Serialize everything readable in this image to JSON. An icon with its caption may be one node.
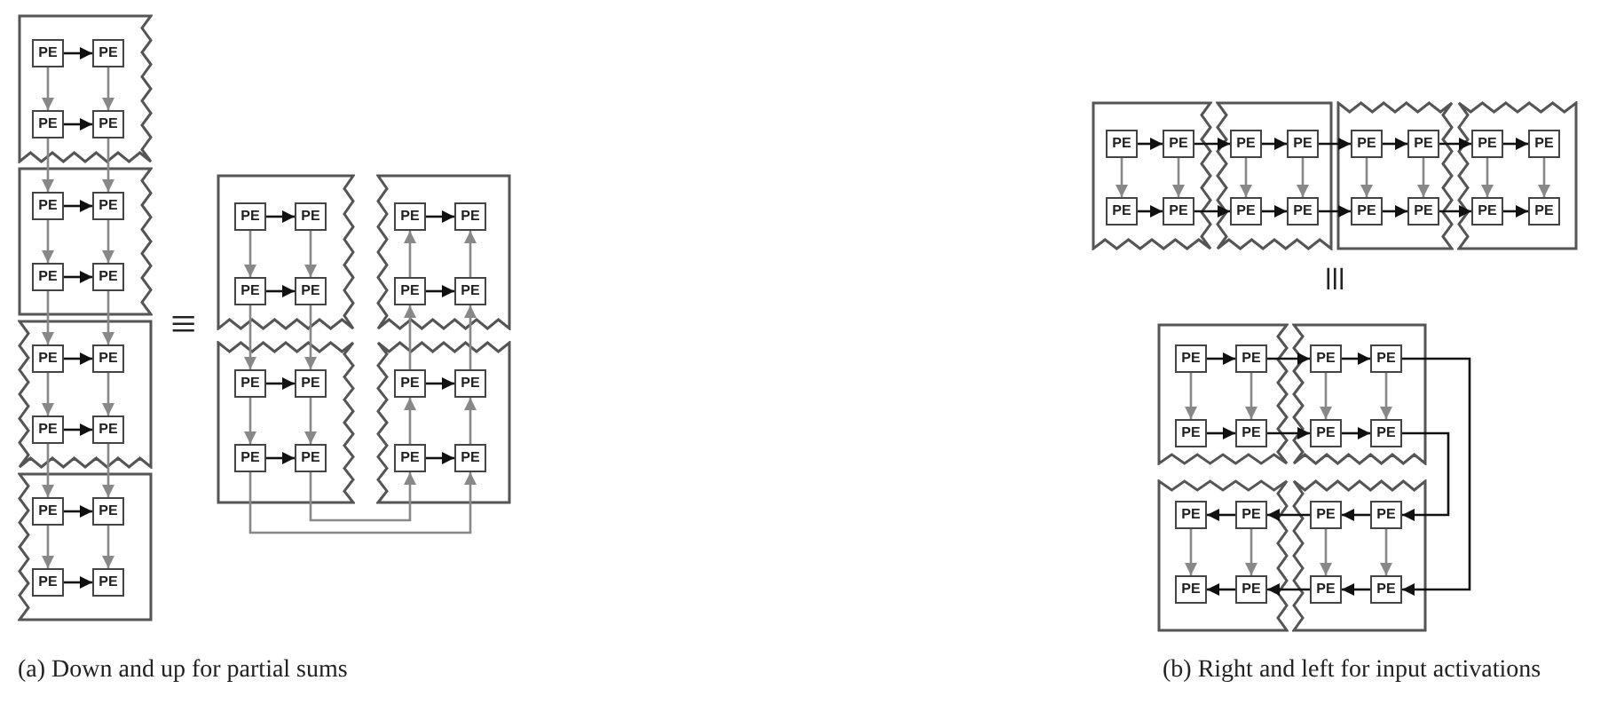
{
  "diagram": {
    "nodes": [
      {
        "text": [],
        "shape": "box"
      },
      {
        "text": [
          "PE"
        ],
        "in": 0
      },
      {
        "text": [
          "PE"
        ],
        "in": 0
      },
      {
        "text": [
          "PE"
        ],
        "in": 0
      },
      {
        "text": [
          "PE"
        ],
        "in": 0
      },
      {
        "text": [],
        "shape": "box"
      },
      {
        "text": [
          "PE"
        ],
        "in": 5
      },
      {
        "text": [
          "PE"
        ],
        "in": 5
      },
      {
        "text": [
          "PE"
        ],
        "in": 5
      },
      {
        "text": [
          "PE"
        ],
        "in": 5
      },
      {
        "text": [],
        "shape": "box"
      },
      {
        "text": [
          "PE"
        ],
        "in": 10
      },
      {
        "text": [
          "PE"
        ],
        "in": 10
      },
      {
        "text": [
          "PE"
        ],
        "in": 10
      },
      {
        "text": [
          "PE"
        ],
        "in": 10
      },
      {
        "text": [],
        "shape": "box"
      },
      {
        "text": [
          "PE"
        ],
        "in": 15
      },
      {
        "text": [
          "PE"
        ],
        "in": 15
      },
      {
        "text": [
          "PE"
        ],
        "in": 15
      },
      {
        "text": [
          "PE"
        ],
        "in": 15
      },
      {
        "text": [],
        "shape": "box"
      },
      {
        "text": [
          "PE"
        ],
        "in": 20
      },
      {
        "text": [
          "PE"
        ],
        "in": 20
      },
      {
        "text": [
          "PE"
        ],
        "in": 20
      },
      {
        "text": [
          "PE"
        ],
        "in": 20
      },
      {
        "text": [],
        "shape": "box"
      },
      {
        "text": [
          "PE"
        ],
        "in": 25
      },
      {
        "text": [
          "PE"
        ],
        "in": 25
      },
      {
        "text": [
          "PE"
        ],
        "in": 25
      },
      {
        "text": [
          "PE"
        ],
        "in": 25
      },
      {
        "text": [],
        "shape": "box"
      },
      {
        "text": [
          "PE"
        ],
        "in": 30
      },
      {
        "text": [
          "PE"
        ],
        "in": 30
      },
      {
        "text": [
          "PE"
        ],
        "in": 30
      },
      {
        "text": [
          "PE"
        ],
        "in": 30
      },
      {
        "text": [],
        "shape": "box"
      },
      {
        "text": [
          "PE"
        ],
        "in": 35
      },
      {
        "text": [
          "PE"
        ],
        "in": 35
      },
      {
        "text": [
          "PE"
        ],
        "in": 35
      },
      {
        "text": [
          "PE"
        ],
        "in": 35
      },
      {
        "text": [],
        "shape": "box"
      },
      {
        "text": [
          "PE"
        ],
        "in": 40
      },
      {
        "text": [
          "PE"
        ],
        "in": 40
      },
      {
        "text": [
          "PE"
        ],
        "in": 40
      },
      {
        "text": [
          "PE"
        ],
        "in": 40
      },
      {
        "text": [],
        "shape": "box"
      },
      {
        "text": [
          "PE"
        ],
        "in": 45
      },
      {
        "text": [
          "PE"
        ],
        "in": 45
      },
      {
        "text": [
          "PE"
        ],
        "in": 45
      },
      {
        "text": [
          "PE"
        ],
        "in": 45
      },
      {
        "text": [],
        "shape": "box"
      },
      {
        "text": [
          "PE"
        ],
        "in": 50
      },
      {
        "text": [
          "PE"
        ],
        "in": 50
      },
      {
        "text": [
          "PE"
        ],
        "in": 50
      },
      {
        "text": [
          "PE"
        ],
        "in": 50
      },
      {
        "text": [],
        "shape": "box"
      },
      {
        "text": [
          "PE"
        ],
        "in": 55
      },
      {
        "text": [
          "PE"
        ],
        "in": 55
      },
      {
        "text": [
          "PE"
        ],
        "in": 55
      },
      {
        "text": [
          "PE"
        ],
        "in": 55
      },
      {
        "text": [],
        "shape": "box"
      },
      {
        "text": [
          "PE"
        ],
        "in": 60
      },
      {
        "text": [
          "PE"
        ],
        "in": 60
      },
      {
        "text": [
          "PE"
        ],
        "in": 60
      },
      {
        "text": [
          "PE"
        ],
        "in": 60
      },
      {
        "text": [],
        "shape": "box"
      },
      {
        "text": [
          "PE"
        ],
        "in": 65
      },
      {
        "text": [
          "PE"
        ],
        "in": 65
      },
      {
        "text": [
          "PE"
        ],
        "in": 65
      },
      {
        "text": [
          "PE"
        ],
        "in": 65
      },
      {
        "text": [],
        "shape": "box"
      },
      {
        "text": [
          "PE"
        ],
        "in": 70
      },
      {
        "text": [
          "PE"
        ],
        "in": 70
      },
      {
        "text": [
          "PE"
        ],
        "in": 70
      },
      {
        "text": [
          "PE"
        ],
        "in": 70
      },
      {
        "text": [],
        "shape": "box"
      },
      {
        "text": [
          "PE"
        ],
        "in": 75
      },
      {
        "text": [
          "PE"
        ],
        "in": 75
      },
      {
        "text": [
          "PE"
        ],
        "in": 75
      },
      {
        "text": [
          "PE"
        ],
        "in": 75
      }
    ],
    "edges": [
      {
        "from": 1,
        "to": 2,
        "arrow": "to"
      },
      {
        "from": 3,
        "to": 4,
        "arrow": "to"
      },
      {
        "from": 1,
        "to": 3,
        "arrow": "to",
        "color": "#888888"
      },
      {
        "from": 2,
        "to": 4,
        "arrow": "to",
        "color": "#888888"
      },
      {
        "from": 3,
        "to": 6,
        "arrow": "to",
        "color": "#888888"
      },
      {
        "from": 4,
        "to": 7,
        "arrow": "to",
        "color": "#888888"
      },
      {
        "from": 6,
        "to": 7,
        "arrow": "to"
      },
      {
        "from": 8,
        "to": 9,
        "arrow": "to"
      },
      {
        "from": 6,
        "to": 8,
        "arrow": "to",
        "color": "#888888"
      },
      {
        "from": 7,
        "to": 9,
        "arrow": "to",
        "color": "#888888"
      },
      {
        "from": 8,
        "to": 11,
        "arrow": "to",
        "color": "#888888"
      },
      {
        "from": 9,
        "to": 12,
        "arrow": "to",
        "color": "#888888"
      },
      {
        "from": 11,
        "to": 12,
        "arrow": "to"
      },
      {
        "from": 13,
        "to": 14,
        "arrow": "to"
      },
      {
        "from": 11,
        "to": 13,
        "arrow": "to",
        "color": "#888888"
      },
      {
        "from": 12,
        "to": 14,
        "arrow": "to",
        "color": "#888888"
      },
      {
        "from": 13,
        "to": 16,
        "arrow": "to",
        "color": "#888888"
      },
      {
        "from": 14,
        "to": 17,
        "arrow": "to",
        "color": "#888888"
      },
      {
        "from": 16,
        "to": 17,
        "arrow": "to"
      },
      {
        "from": 18,
        "to": 19,
        "arrow": "to"
      },
      {
        "from": 16,
        "to": 18,
        "arrow": "to",
        "color": "#888888"
      },
      {
        "from": 17,
        "to": 19,
        "arrow": "to",
        "color": "#888888"
      },
      {
        "from": 21,
        "to": 22,
        "arrow": "to"
      },
      {
        "from": 23,
        "to": 24,
        "arrow": "to"
      },
      {
        "from": 21,
        "to": 23,
        "arrow": "to",
        "color": "#888888"
      },
      {
        "from": 22,
        "to": 24,
        "arrow": "to",
        "color": "#888888"
      },
      {
        "from": 26,
        "to": 27,
        "arrow": "to"
      },
      {
        "from": 28,
        "to": 29,
        "arrow": "to"
      },
      {
        "from": 28,
        "to": 26,
        "arrow": "to",
        "color": "#888888"
      },
      {
        "from": 29,
        "to": 27,
        "arrow": "to",
        "color": "#888888"
      },
      {
        "from": 23,
        "to": 31,
        "arrow": "to",
        "color": "#888888"
      },
      {
        "from": 24,
        "to": 32,
        "arrow": "to",
        "color": "#888888"
      },
      {
        "from": 31,
        "to": 32,
        "arrow": "to"
      },
      {
        "from": 33,
        "to": 34,
        "arrow": "to"
      },
      {
        "from": 31,
        "to": 33,
        "arrow": "to",
        "color": "#888888"
      },
      {
        "from": 32,
        "to": 34,
        "arrow": "to",
        "color": "#888888"
      },
      {
        "from": 36,
        "to": 37,
        "arrow": "to"
      },
      {
        "from": 38,
        "to": 39,
        "arrow": "to"
      },
      {
        "from": 38,
        "to": 36,
        "arrow": "to",
        "color": "#888888"
      },
      {
        "from": 39,
        "to": 37,
        "arrow": "to",
        "color": "#888888"
      },
      {
        "from": 36,
        "to": 28,
        "arrow": "to",
        "color": "#888888"
      },
      {
        "from": 37,
        "to": 29,
        "arrow": "to",
        "color": "#888888"
      },
      {
        "from": 33,
        "to": 39,
        "arrow": "to",
        "color": "#888888"
      },
      {
        "from": 34,
        "to": 38,
        "arrow": "to",
        "color": "#888888"
      },
      {
        "from": 41,
        "to": 42,
        "arrow": "to"
      },
      {
        "from": 43,
        "to": 44,
        "arrow": "to"
      },
      {
        "from": 41,
        "to": 43,
        "arrow": "to",
        "color": "#888888"
      },
      {
        "from": 42,
        "to": 44,
        "arrow": "to",
        "color": "#888888"
      },
      {
        "from": 42,
        "to": 46,
        "arrow": "to"
      },
      {
        "from": 44,
        "to": 48,
        "arrow": "to"
      },
      {
        "from": 46,
        "to": 47,
        "arrow": "to"
      },
      {
        "from": 48,
        "to": 49,
        "arrow": "to"
      },
      {
        "from": 46,
        "to": 48,
        "arrow": "to",
        "color": "#888888"
      },
      {
        "from": 47,
        "to": 49,
        "arrow": "to",
        "color": "#888888"
      },
      {
        "from": 47,
        "to": 51,
        "arrow": "to"
      },
      {
        "from": 49,
        "to": 53,
        "arrow": "to"
      },
      {
        "from": 51,
        "to": 52,
        "arrow": "to"
      },
      {
        "from": 53,
        "to": 54,
        "arrow": "to"
      },
      {
        "from": 51,
        "to": 53,
        "arrow": "to",
        "color": "#888888"
      },
      {
        "from": 52,
        "to": 54,
        "arrow": "to",
        "color": "#888888"
      },
      {
        "from": 52,
        "to": 56,
        "arrow": "to"
      },
      {
        "from": 54,
        "to": 58,
        "arrow": "to"
      },
      {
        "from": 56,
        "to": 57,
        "arrow": "to"
      },
      {
        "from": 58,
        "to": 59,
        "arrow": "to"
      },
      {
        "from": 56,
        "to": 58,
        "arrow": "to",
        "color": "#888888"
      },
      {
        "from": 57,
        "to": 59,
        "arrow": "to",
        "color": "#888888"
      },
      {
        "from": 61,
        "to": 62,
        "arrow": "to"
      },
      {
        "from": 63,
        "to": 64,
        "arrow": "to"
      },
      {
        "from": 61,
        "to": 63,
        "arrow": "to",
        "color": "#888888"
      },
      {
        "from": 62,
        "to": 64,
        "arrow": "to",
        "color": "#888888"
      },
      {
        "from": 62,
        "to": 66,
        "arrow": "to"
      },
      {
        "from": 64,
        "to": 68,
        "arrow": "to"
      },
      {
        "from": 66,
        "to": 67,
        "arrow": "to"
      },
      {
        "from": 68,
        "to": 69,
        "arrow": "to"
      },
      {
        "from": 66,
        "to": 68,
        "arrow": "to",
        "color": "#888888"
      },
      {
        "from": 67,
        "to": 69,
        "arrow": "to",
        "color": "#888888"
      },
      {
        "from": 67,
        "to": 79,
        "arrow": "to"
      },
      {
        "from": 69,
        "to": 77,
        "arrow": "to"
      },
      {
        "from": 77,
        "to": 76,
        "arrow": "to"
      },
      {
        "from": 79,
        "to": 78,
        "arrow": "to"
      },
      {
        "from": 76,
        "to": 78,
        "arrow": "to",
        "color": "#888888"
      },
      {
        "from": 77,
        "to": 79,
        "arrow": "to",
        "color": "#888888"
      },
      {
        "from": 76,
        "to": 72,
        "arrow": "to"
      },
      {
        "from": 78,
        "to": 74,
        "arrow": "to"
      },
      {
        "from": 72,
        "to": 71,
        "arrow": "to"
      },
      {
        "from": 74,
        "to": 73,
        "arrow": "to"
      },
      {
        "from": 71,
        "to": 73,
        "arrow": "to",
        "color": "#888888"
      },
      {
        "from": 72,
        "to": 74,
        "arrow": "to",
        "color": "#888888"
      }
    ],
    "labels": [
      "≡",
      "≡",
      "(a) Down and up for partial sums",
      "(b) Right and left for input activations"
    ]
  }
}
